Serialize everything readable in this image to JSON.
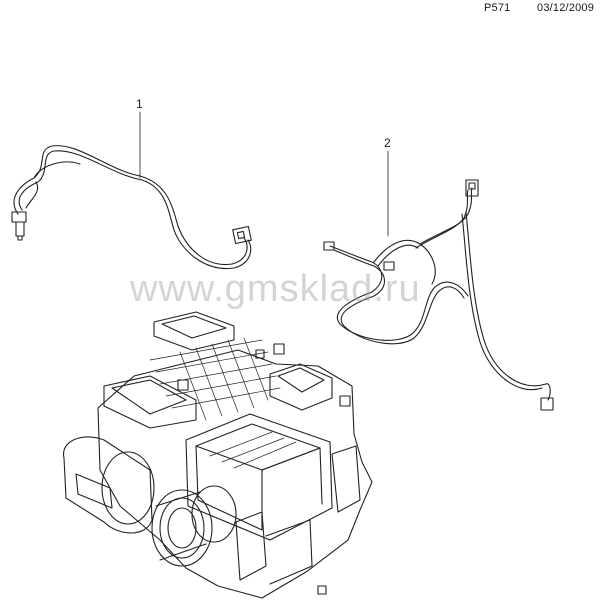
{
  "header": {
    "page_code": "P571",
    "date": "03/12/2009"
  },
  "callouts": {
    "part_1": "1",
    "part_2": "2"
  },
  "watermark": "www.gmsklad.ru"
}
